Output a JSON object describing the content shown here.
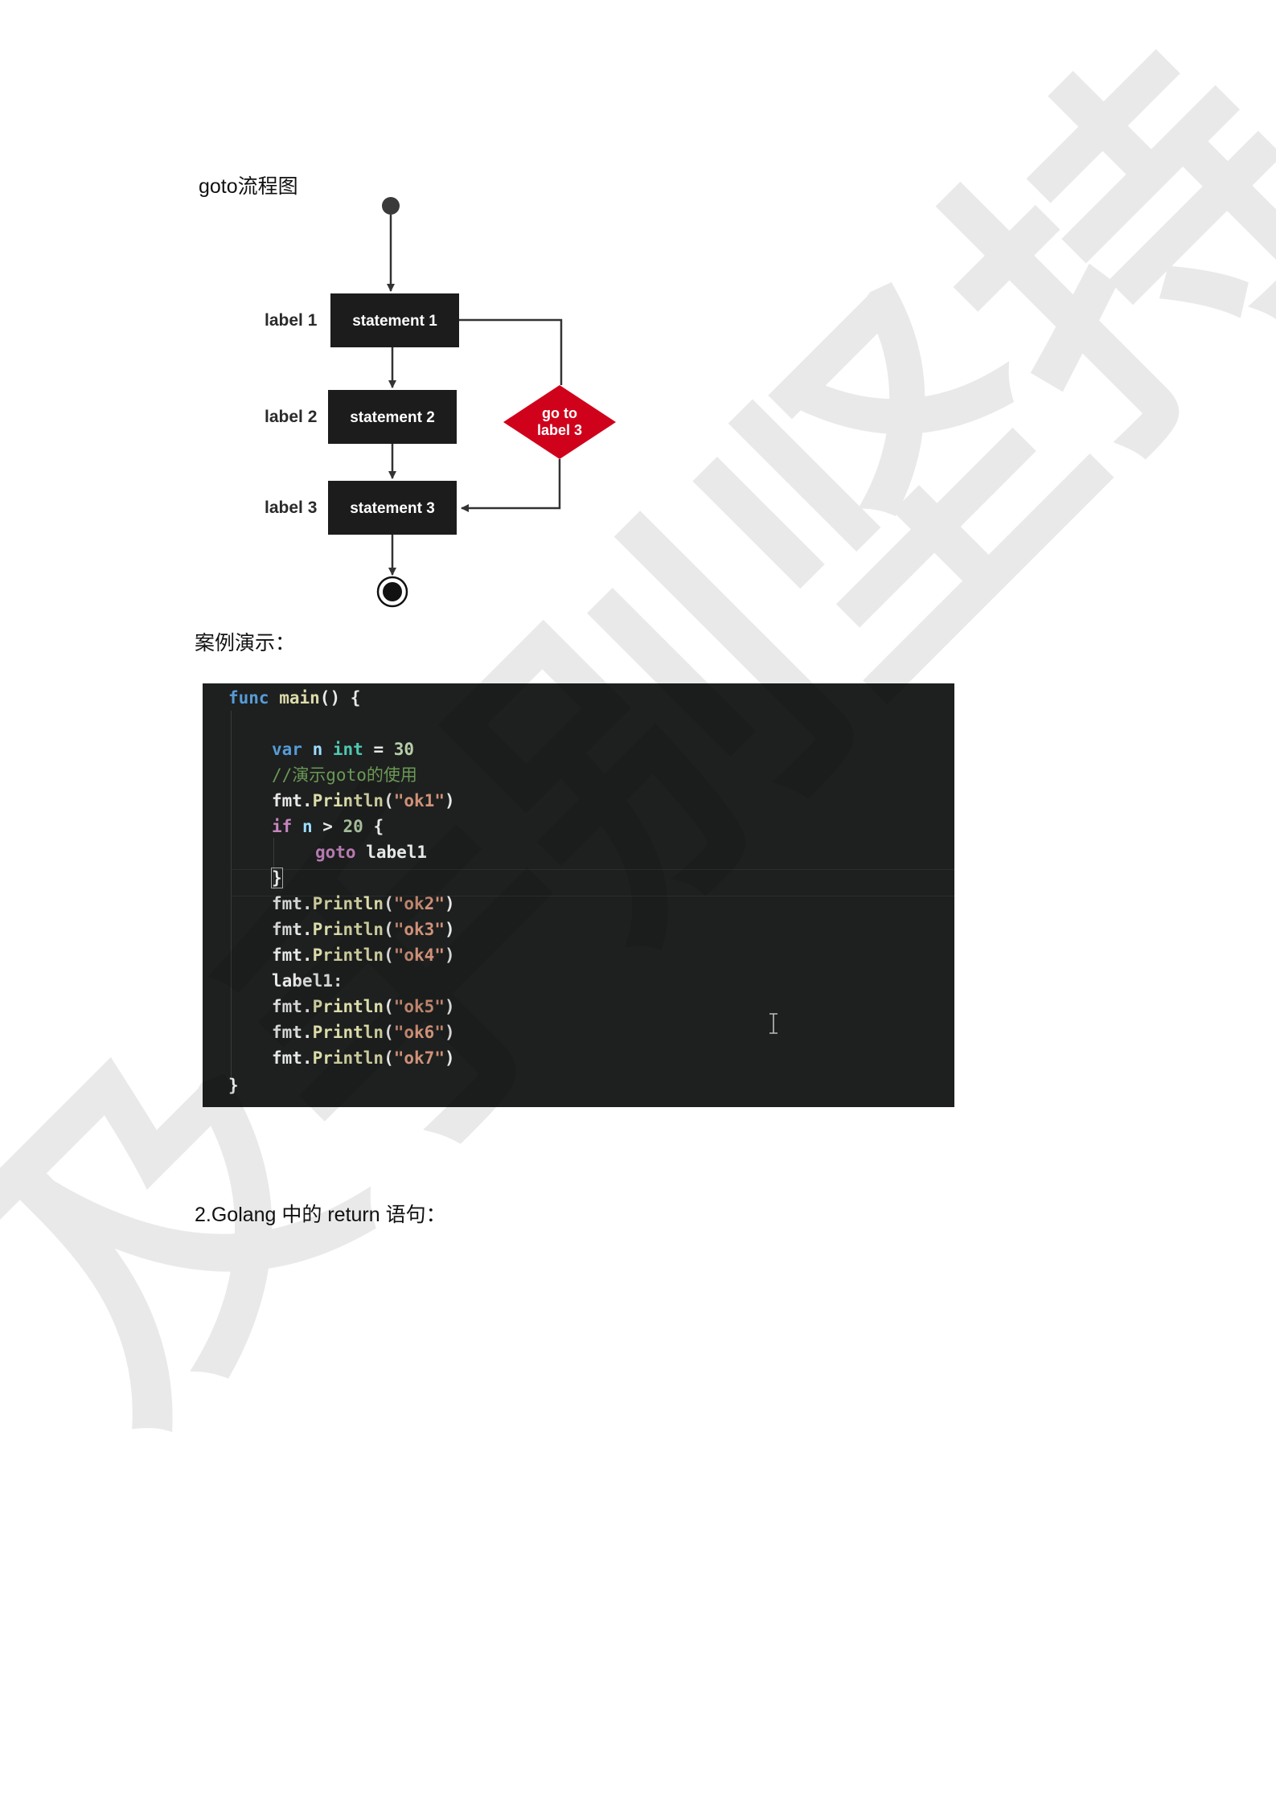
{
  "flowchart": {
    "title": "goto流程图",
    "labels": [
      "label 1",
      "label 2",
      "label 3"
    ],
    "statements": [
      "statement 1",
      "statement 2",
      "statement 3"
    ],
    "decision_line1": "go to",
    "decision_line2": "label 3",
    "colors": {
      "box": "#1c1c1c",
      "decision": "#d0021b",
      "arrow": "#333333"
    }
  },
  "demo_heading": "案例演示：",
  "code": {
    "line1": {
      "kw": "func",
      "name": " main",
      "rest": "() {"
    },
    "line2": {
      "kw": "var",
      "ident": " n ",
      "type": "int",
      "op": " = ",
      "num": "30"
    },
    "line3": {
      "comment": "//演示goto的使用"
    },
    "line4": {
      "pkg": "fmt.",
      "fn": "Println",
      "open": "(",
      "str": "\"ok1\"",
      "close": ")"
    },
    "line5": {
      "kw": "if",
      "ident": " n ",
      "op": "> ",
      "num": "20",
      "brace": " {"
    },
    "line6": {
      "kw": "goto",
      "label": " label1"
    },
    "line7": {
      "brace": "}"
    },
    "line8": {
      "pkg": "fmt.",
      "fn": "Println",
      "open": "(",
      "str": "\"ok2\"",
      "close": ")"
    },
    "line9": {
      "pkg": "fmt.",
      "fn": "Println",
      "open": "(",
      "str": "\"ok3\"",
      "close": ")"
    },
    "line10": {
      "pkg": "fmt.",
      "fn": "Println",
      "open": "(",
      "str": "\"ok4\"",
      "close": ")"
    },
    "line11": {
      "label": "label1:"
    },
    "line12": {
      "pkg": "fmt.",
      "fn": "Println",
      "open": "(",
      "str": "\"ok5\"",
      "close": ")"
    },
    "line13": {
      "pkg": "fmt.",
      "fn": "Println",
      "open": "(",
      "str": "\"ok6\"",
      "close": ")"
    },
    "line14": {
      "pkg": "fmt.",
      "fn": "Println",
      "open": "(",
      "str": "\"ok7\"",
      "close": ")"
    },
    "line15": {
      "brace": "}"
    },
    "colors": {
      "background": "#1e1f1f",
      "keyword": "#569cd6",
      "type": "#4ec9b0",
      "string": "#ce9178",
      "comment": "#6a9955",
      "control": "#c586c0"
    }
  },
  "section2_heading": "2.Golang 中的 return 语句：",
  "watermark": "及手别坚持"
}
